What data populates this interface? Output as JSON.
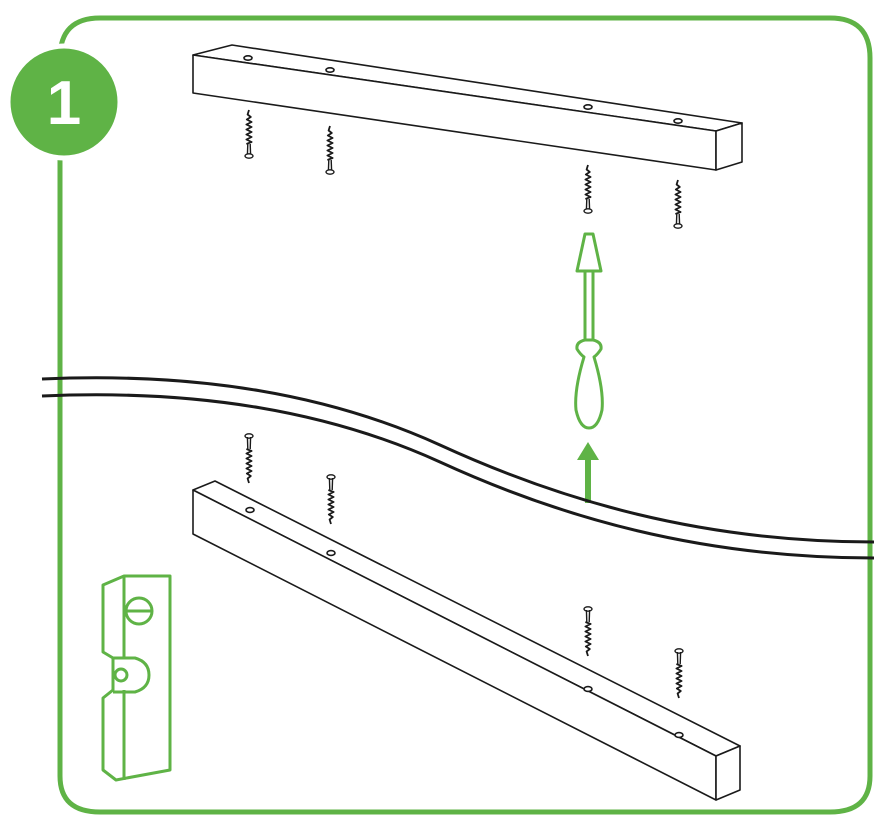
{
  "step": {
    "number": "1",
    "badge_color": "#5fb346"
  },
  "colors": {
    "accent": "#5fb346",
    "line": "#1a1a1a",
    "background": "#ffffff"
  },
  "illustration": {
    "top_rail": {
      "screws": 4
    },
    "bottom_rail": {
      "screws": 4
    },
    "tools": [
      "screwdriver-icon",
      "spirit-level-icon"
    ],
    "arrow": "up-arrow-icon"
  }
}
